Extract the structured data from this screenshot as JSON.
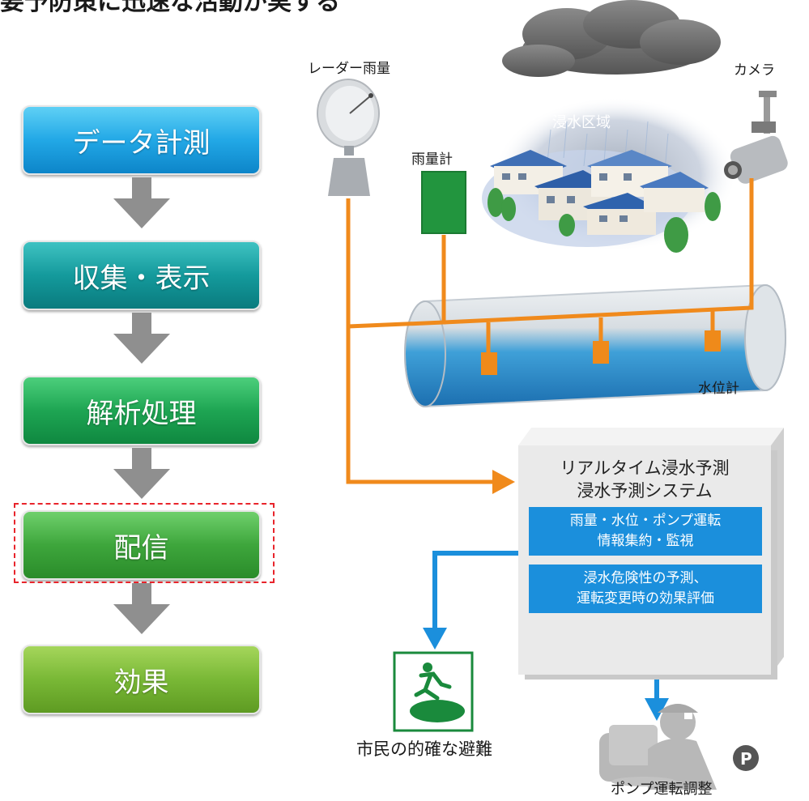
{
  "header": {
    "text": "要予防策に迅速な活動が実する"
  },
  "flow": {
    "steps": [
      {
        "label": "データ計測"
      },
      {
        "label": "収集・表示"
      },
      {
        "label": "解析処理"
      },
      {
        "label": "配信",
        "highlighted": true
      },
      {
        "label": "効果"
      }
    ]
  },
  "diagram": {
    "radar_label": "レーダー雨量",
    "camera_label": "カメラ",
    "flood_area_label": "浸水区域",
    "rain_gauge_label": "雨量計",
    "water_level_label": "水位計",
    "system": {
      "title_line1": "リアルタイム浸水予測",
      "title_line2": "浸水予測システム",
      "box1_line1": "雨量・水位・ポンプ運転",
      "box1_line2": "情報集約・監視",
      "box2_line1": "浸水危険性の予測、",
      "box2_line2": "運転変更時の効果評価"
    },
    "evacuation_label": "市民の的確な避難",
    "pump_label": "ポンプ運転調整",
    "pump_badge": "P"
  },
  "colors": {
    "orange_line": "#f08a1c",
    "blue_arrow": "#1b8fdc",
    "highlight_border": "#e8242b"
  }
}
